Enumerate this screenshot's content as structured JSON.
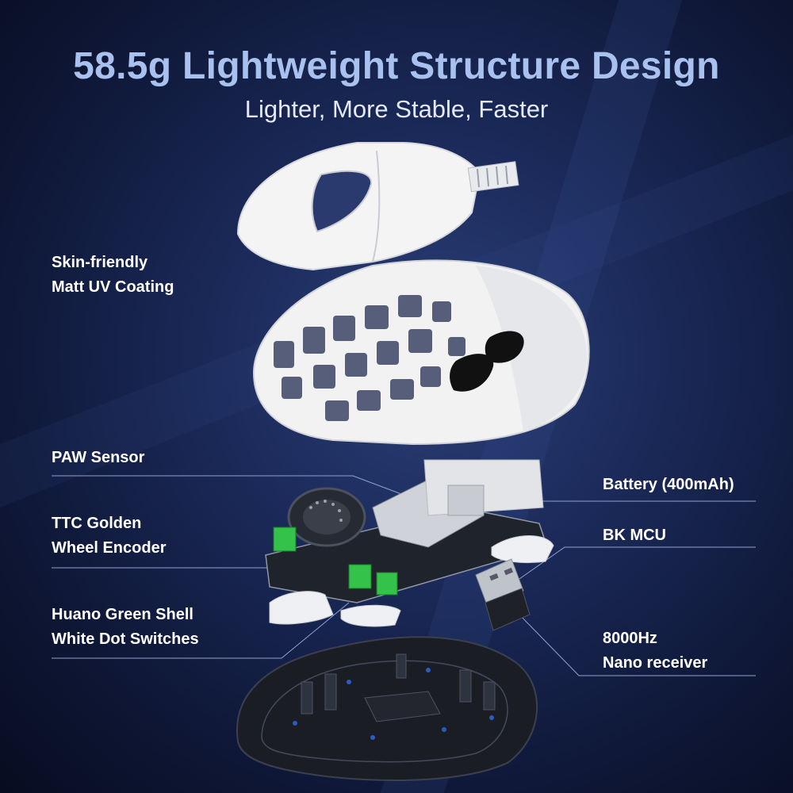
{
  "header": {
    "title": "58.5g Lightweight Structure Design",
    "subtitle": "Lighter, More Stable, Faster"
  },
  "callouts": {
    "coating": [
      "Skin-friendly",
      "Matt UV Coating"
    ],
    "sensor": [
      "PAW Sensor"
    ],
    "encoder": [
      "TTC Golden",
      "Wheel Encoder"
    ],
    "switches": [
      "Huano Green Shell",
      "White Dot Switches"
    ],
    "battery": [
      "Battery (400mAh)"
    ],
    "mcu": [
      "BK MCU"
    ],
    "receiver": [
      "8000Hz",
      "Nano receiver"
    ]
  },
  "colors": {
    "title": "#a9c1ee",
    "background": "#1b2a5a",
    "shell": "#f4f4f4",
    "switch_green": "#35c24a",
    "base": "#1a1d24"
  }
}
